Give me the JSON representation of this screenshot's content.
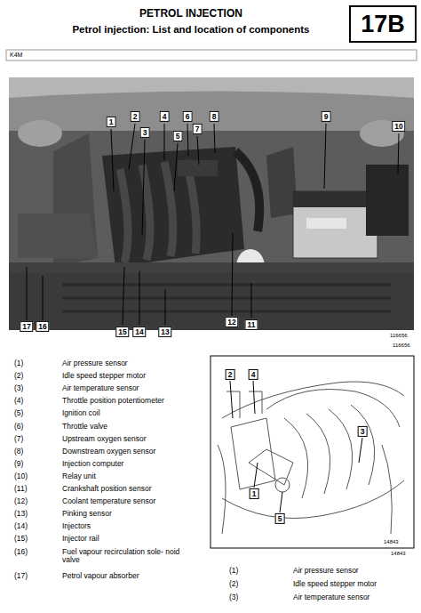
{
  "diagram": {
    "title": "PETROL INJECTION",
    "nodes": [
      {
        "text": [
          "17B"
        ]
      }
    ],
    "labels": [
      "Petrol injection: List and location of components",
      "K4M",
      "1",
      "2",
      "3",
      "4",
      "5",
      "6",
      "7",
      "8",
      "9",
      "10",
      "11",
      "12",
      "13",
      "14",
      "15",
      "16",
      "17",
      "116656",
      "116656",
      "(1)",
      "Air pressure sensor",
      "(2)",
      "Idle speed stepper motor",
      "(3)",
      "Air temperature sensor",
      "(4)",
      "Throttle position potentiometer",
      "(5)",
      "Ignition coil",
      "(6)",
      "Throttle valve",
      "(7)",
      "Upstream oxygen sensor",
      "(8)",
      "Downstream oxygen sensor",
      "(9)",
      "Injection computer",
      "(10)",
      "Relay unit",
      "(11)",
      "Crankshaft position sensor",
      "(12)",
      "Coolant temperature sensor",
      "(13)",
      "Pinking sensor",
      "(14)",
      "Injectors",
      "(15)",
      "Injector rail",
      "(16)",
      "Fuel vapour recirculation sole- noid valve",
      "(17)",
      "Petrol vapour absorber",
      "2",
      "4",
      "3",
      "1",
      "5",
      "14843",
      "14843",
      "(1)",
      "Air pressure sensor",
      "(2)",
      "Idle speed stepper motor",
      "(3)",
      "Air temperature sensor"
    ]
  }
}
